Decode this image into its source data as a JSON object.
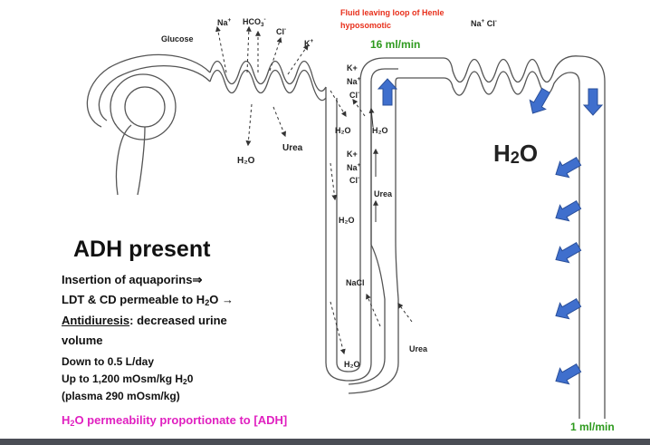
{
  "title": "ADH present",
  "header_note": {
    "line1": "Fluid leaving loop of Henle",
    "line2": "hyposomotic"
  },
  "flow_top": "16 ml/min",
  "flow_bottom": "1 ml/min",
  "water_label": {
    "main": "H",
    "sub": "2",
    "tail": "O"
  },
  "proximal_labels": {
    "glucose": "Glucose",
    "na": "Na",
    "na_sup": "+",
    "hco3": "HCO",
    "hco3_sub": "3",
    "hco3_sup": "-",
    "cl": "Cl",
    "cl_sup": "-",
    "k": "K",
    "k_sup": "+",
    "urea": "Urea",
    "h2o": "H₂O"
  },
  "loop_labels": {
    "k_top": "K+",
    "na_top": "Na",
    "na_top_sup": "+",
    "cl_top": "Cl",
    "cl_top_sup": "-",
    "h2o_left": "H₂O",
    "h2o_right": "H₂O",
    "k_mid": "K+",
    "na_mid": "Na",
    "na_mid_sup": "+",
    "cl_mid": "Cl",
    "cl_mid_sup": "-",
    "urea_mid": "Urea",
    "h2o_mid": "H₂O",
    "nacl": "NaCl",
    "urea_low": "Urea",
    "h2o_bottom": "H₂O"
  },
  "dct_labels": {
    "na": "Na",
    "na_sup": "+",
    "cl": "Cl",
    "cl_sup": "-"
  },
  "description": {
    "line1": "Insertion of aquaporins⇒",
    "line2a": "LDT & CD permeable to H",
    "line2b": "2",
    "line2c": "O →",
    "line3a": "Antidiuresis",
    "line3b": ": decreased urine",
    "line4": "volume",
    "line5": "Down to 0.5 L/day",
    "line6a": "Up to 1,200 mOsm/kg H",
    "line6b": "2",
    "line6c": "0",
    "line7": "(plasma 290 mOsm/kg)"
  },
  "footer": {
    "a": "H",
    "b": "2",
    "c": "O permeability proportionate to [ADH]"
  },
  "colors": {
    "accent_red": "#e8301c",
    "accent_green": "#2e9a1e",
    "footer_magenta": "#e020c0",
    "arrow_blue": "#3f6fcd",
    "arrow_edge": "#2a4f9a"
  }
}
